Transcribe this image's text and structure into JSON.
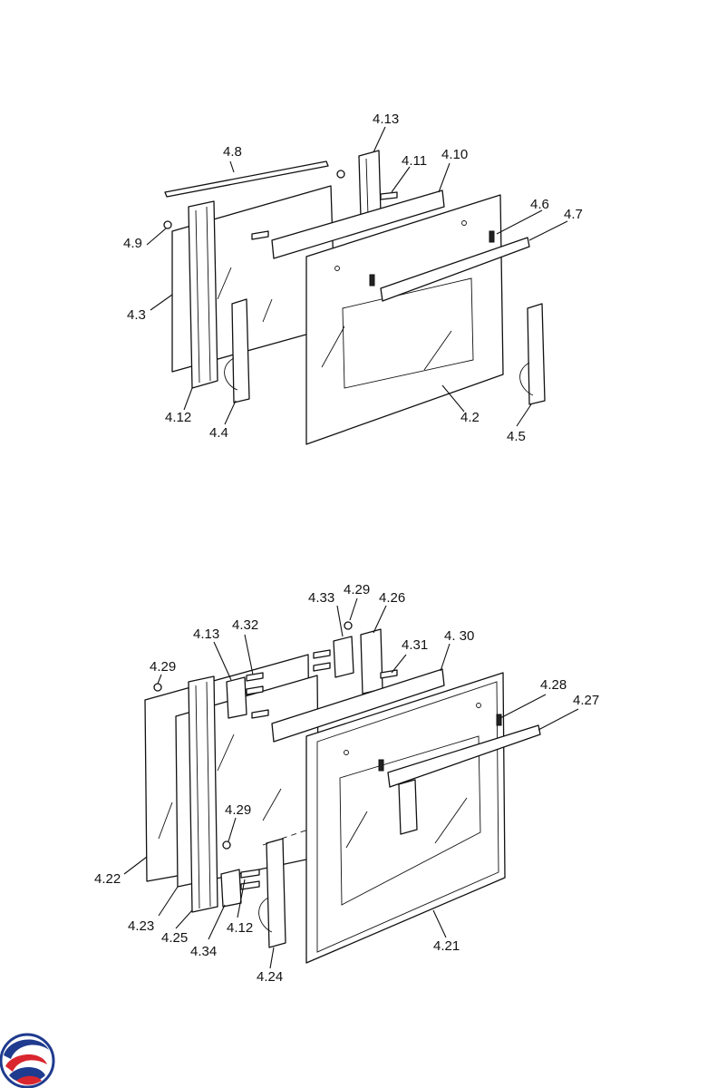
{
  "diagram_top": {
    "labels": {
      "p4_13": "4.13",
      "p4_8": "4.8",
      "p4_11": "4.11",
      "p4_10": "4.10",
      "p4_6": "4.6",
      "p4_7": "4.7",
      "p4_9": "4.9",
      "p4_3": "4.3",
      "p4_12": "4.12",
      "p4_4": "4.4",
      "p4_2": "4.2",
      "p4_5": "4.5"
    }
  },
  "diagram_bottom": {
    "labels": {
      "p4_33": "4.33",
      "p4_29a": "4.29",
      "p4_26": "4.26",
      "p4_13": "4.13",
      "p4_32": "4.32",
      "p4_31": "4.31",
      "p4_30": "4. 30",
      "p4_29b": "4.29",
      "p4_28": "4.28",
      "p4_27": "4.27",
      "p4_29c": "4.29",
      "p4_22": "4.22",
      "p4_23": "4.23",
      "p4_25": "4.25",
      "p4_34": "4.34",
      "p4_12": "4.12",
      "p4_21": "4.21",
      "p4_24": "4.24"
    }
  },
  "logo": {
    "icon": "brand-swirl-logo",
    "colors": {
      "blue": "#1f3b8f",
      "red": "#d9262e"
    }
  }
}
